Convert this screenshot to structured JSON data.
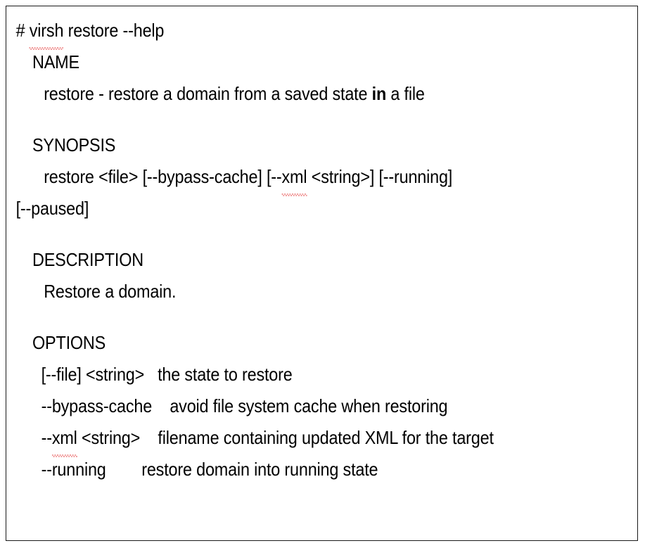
{
  "window": {
    "kind": "terminal-help-output",
    "background_color": "#ffffff",
    "text_color": "#000000",
    "border_color": "#1a1a1a",
    "spellcheck_underline_color": "#e02020"
  },
  "terminal": {
    "prompt_symbol": "#",
    "command": "virsh restore --help",
    "command_parts": {
      "program": "virsh",
      "subcommand": "restore",
      "flag": "--help"
    }
  },
  "sections": {
    "name": {
      "heading": "NAME",
      "body_before_bold": "restore - restore a domain from a saved state ",
      "body_bold": "in",
      "body_after_bold": " a file"
    },
    "synopsis": {
      "heading": "SYNOPSIS",
      "line1_before_xml": "restore <file> [--bypass-cache] [--",
      "line1_xml": "xml",
      "line1_after_xml": " <string>] [--running]",
      "line2": "[--paused]"
    },
    "description": {
      "heading": "DESCRIPTION",
      "body": "Restore a domain."
    },
    "options": {
      "heading": "OPTIONS",
      "items": [
        {
          "flag": "[--file] <string>",
          "gap": "   ",
          "description": "the state to restore",
          "has_spellcheck": false
        },
        {
          "flag": "--bypass-cache",
          "gap": "    ",
          "description": "avoid file system cache when restoring",
          "has_spellcheck": false
        },
        {
          "flag_prefix": "--",
          "flag_spell": "xml",
          "flag_suffix": " <string>",
          "gap": "    ",
          "description": "filename containing updated XML for the target",
          "has_spellcheck": true
        },
        {
          "flag": "--running",
          "gap": "        ",
          "description": "restore domain into running state",
          "has_spellcheck": false
        }
      ]
    }
  }
}
